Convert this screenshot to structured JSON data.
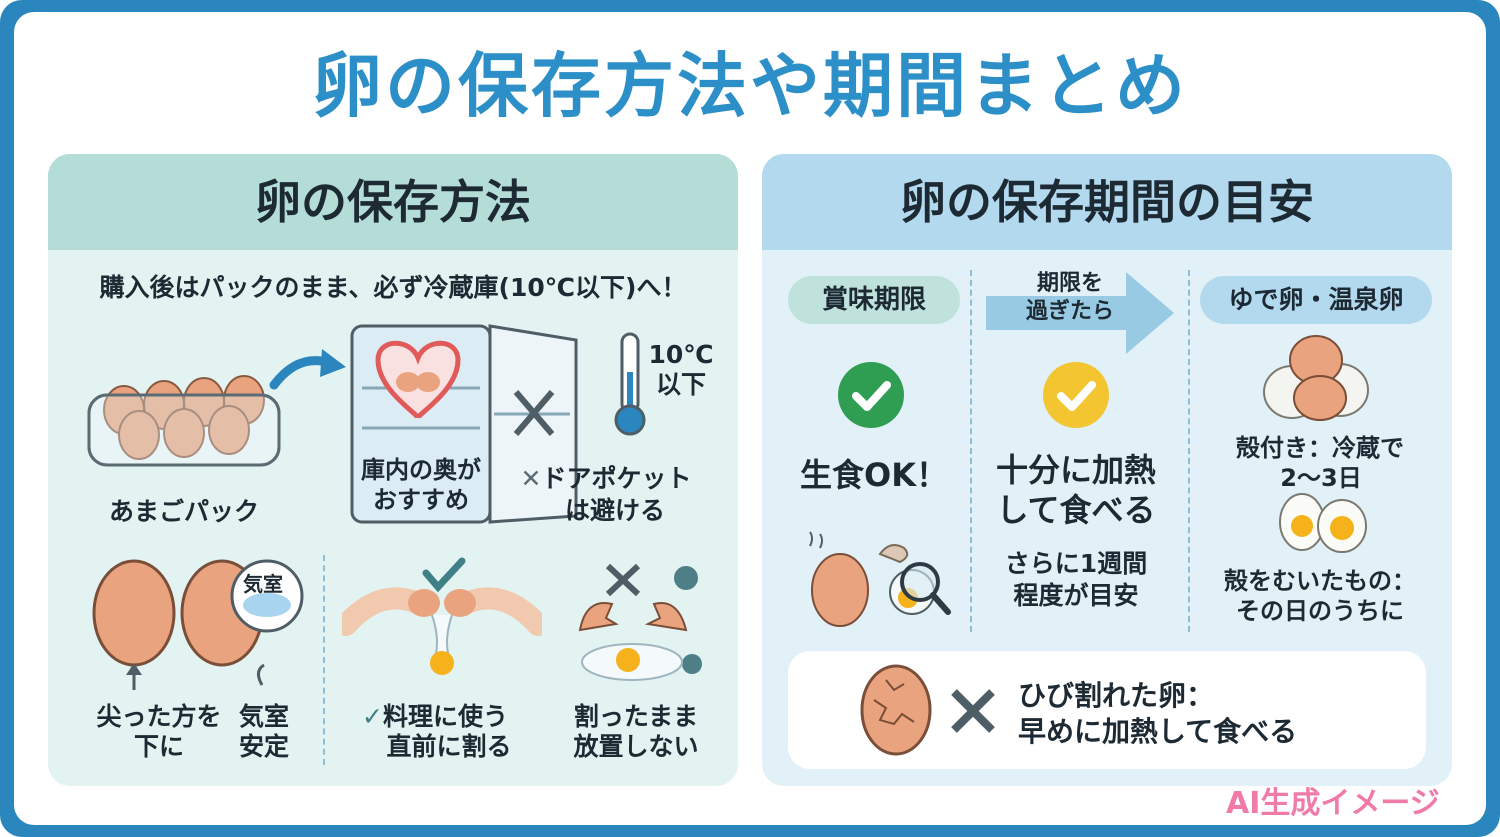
{
  "title": "卵の保存方法や期間まとめ",
  "left": {
    "heading": "卵の保存方法",
    "intro": "購入後はパックのまま、必ず冷蔵庫(10℃以下)へ！",
    "pack_label": "あまごパック",
    "fridge_label_1": "庫内の奥が",
    "fridge_label_2": "おすすめ",
    "temp_1": "10℃",
    "temp_2": "以下",
    "door_1": "ドアポケット",
    "door_2": "は避ける",
    "air_cell": "気室",
    "pointed_1": "尖った方を",
    "pointed_2": "下に",
    "stable_1": "気室",
    "stable_2": "安定",
    "crack_1": "料理に使う",
    "crack_2": "直前に割る",
    "leave_1": "割ったまま",
    "leave_2": "放置しない"
  },
  "right": {
    "heading": "卵の保存期間の目安",
    "col1_pill": "賞味期限",
    "col1_text": "生食OK！",
    "arrow_1": "期限を",
    "arrow_2": "過ぎたら",
    "col2_text_1": "十分に加熱",
    "col2_text_2": "して食べる",
    "col2_sub_1": "さらに1週間",
    "col2_sub_2": "程度が目安",
    "col3_pill": "ゆで卵・温泉卵",
    "col3_a_1": "殻付き：冷蔵で",
    "col3_a_2": "2〜3日",
    "col3_b_1": "殻をむいたもの：",
    "col3_b_2": "その日のうちに",
    "cracked_1": "ひび割れた卵：",
    "cracked_2": "早めに加熱して食べる"
  },
  "watermark": "AI生成イメージ",
  "colors": {
    "frame": "#2a86bd",
    "title": "#2d8fc8",
    "check_green": "#2f9e52",
    "check_yellow": "#f2c531",
    "egg": "#e9a47f"
  }
}
